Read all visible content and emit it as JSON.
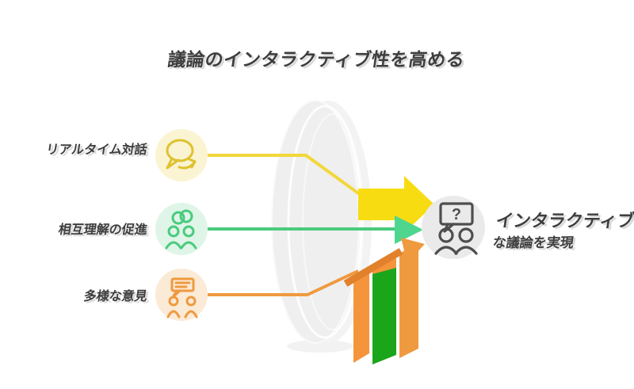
{
  "title": "議論のインタラクティブ性を高める",
  "items": [
    {
      "label": "リアルタイム対話",
      "icon": "chat-arrow-icon",
      "accent": "#F2D73A",
      "circle_bg": "#FAF4D2"
    },
    {
      "label": "相互理解の促進",
      "icon": "people-rings-icon",
      "accent": "#4ACB7D",
      "circle_bg": "#DFF5E8"
    },
    {
      "label": "多様な意見",
      "icon": "people-discussion-icon",
      "accent": "#EF9A3F",
      "circle_bg": "#FAEAD6"
    }
  ],
  "result": {
    "line1": "インタラクティブ",
    "line2": "な議論を実現",
    "icon": "question-discussion-icon",
    "question_mark": "?"
  },
  "colors": {
    "yellow": "#F2D73A",
    "yellow-bg": "#FAF4D2",
    "yellow-stroke": "#DFC22E",
    "yellow-arrow": "#F8DC12",
    "green": "#4ACB7D",
    "green-bg": "#DFF5E8",
    "green-bar": "#1BA51B",
    "green-arrow": "#4ED68F",
    "orange": "#EF9A3F",
    "orange-bg": "#FAEAD6",
    "orange-bar": "#F5953B",
    "orange-dark": "#E2812B",
    "gray-circle": "#EAEAEA",
    "icon-gray": "#4E4E4E",
    "text": "#3E3E3E",
    "lens": "#EFEFEF"
  }
}
